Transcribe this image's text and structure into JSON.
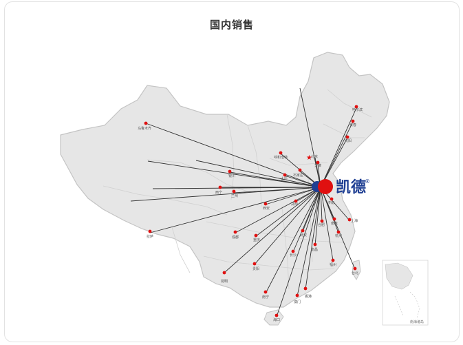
{
  "page": {
    "title": "国内销售"
  },
  "brand": {
    "name": "凯德",
    "registered": "®"
  },
  "inset": {
    "label": "南海诸岛"
  },
  "colors": {
    "marker": "#e01010",
    "line": "#333333",
    "land": "#e6e6e6",
    "border": "#c8c8c8",
    "brand": "#1f3f93"
  },
  "cities": [
    {
      "name": "哈尔滨"
    },
    {
      "name": "长春"
    },
    {
      "name": "沈阳"
    },
    {
      "name": "北京"
    },
    {
      "name": "天津"
    },
    {
      "name": "呼和浩特"
    },
    {
      "name": "银川"
    },
    {
      "name": "石家庄"
    },
    {
      "name": "太原"
    },
    {
      "name": "兰州"
    },
    {
      "name": "西宁"
    },
    {
      "name": "乌鲁木齐"
    },
    {
      "name": "拉萨"
    },
    {
      "name": "西安"
    },
    {
      "name": "郑州"
    },
    {
      "name": "成都"
    },
    {
      "name": "重庆"
    },
    {
      "name": "武汉"
    },
    {
      "name": "长沙"
    },
    {
      "name": "贵阳"
    },
    {
      "name": "昆明"
    },
    {
      "name": "南宁"
    },
    {
      "name": "海口"
    },
    {
      "name": "南昌"
    },
    {
      "name": "福州"
    },
    {
      "name": "台北"
    },
    {
      "name": "杭州"
    },
    {
      "name": "上海"
    },
    {
      "name": "南京"
    },
    {
      "name": "合肥"
    },
    {
      "name": "济南"
    },
    {
      "name": "香港"
    },
    {
      "name": "澳门"
    }
  ]
}
